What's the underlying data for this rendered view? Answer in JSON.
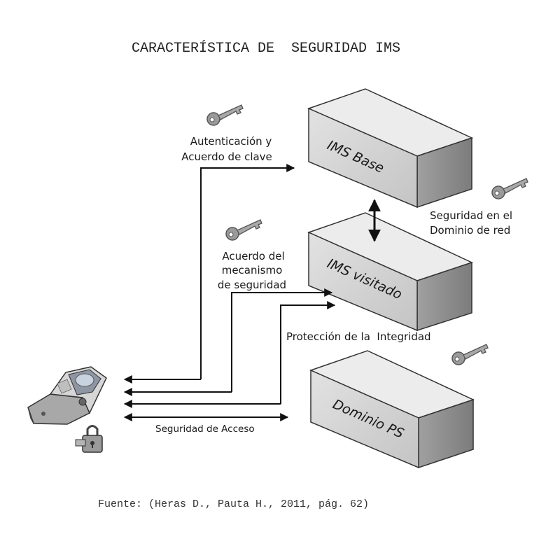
{
  "title": "CARACTERÍSTICA DE  SEGURIDAD IMS",
  "source": "Fuente: (Heras D., Pauta H., 2011, pág. 62)",
  "boxes": {
    "base": "IMS Base",
    "visited": "IMS visitado",
    "ps": "Dominio PS"
  },
  "labels": {
    "auth_line1": "Autenticación y",
    "auth_line2": "Acuerdo de clave",
    "mech_line1": "Acuerdo del",
    "mech_line2": "mecanismo",
    "mech_line3": "de seguridad",
    "integrity": "Protección de la  Integridad",
    "network_line1": "Seguridad en el",
    "network_line2": "Dominio de red",
    "access": "Seguridad de Acceso"
  },
  "icons": [
    "key-icon",
    "phone-icon",
    "padlock-icon"
  ],
  "colors": {
    "box_front": "#d4d4d4",
    "box_top": "#eeeeee",
    "box_side": "#8e8e8e",
    "arrow": "#111111"
  }
}
